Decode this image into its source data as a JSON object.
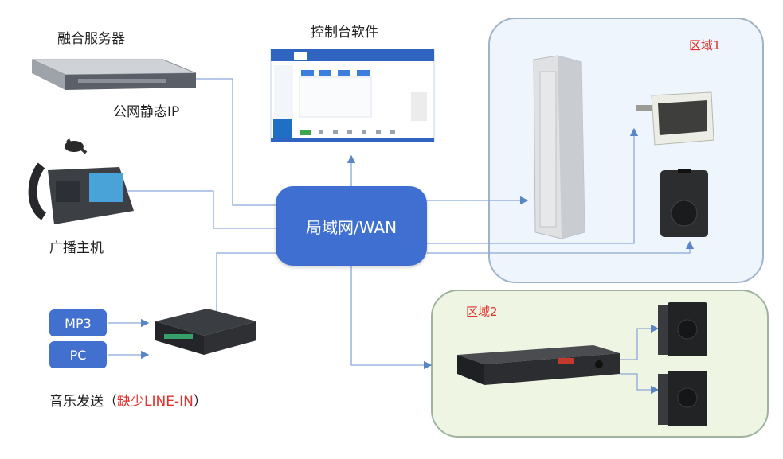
{
  "labels": {
    "server": "融合服务器",
    "public_ip": "公网静态IP",
    "console_software": "控制台软件",
    "broadcast_host": "广播主机",
    "music_prefix": "音乐发送（",
    "music_highlight": "缺少LINE-IN",
    "music_suffix": "）"
  },
  "hub": {
    "label": "局域网/WAN"
  },
  "sources": {
    "mp3": "MP3",
    "pc": "PC"
  },
  "zones": {
    "zone1": "区域1",
    "zone2": "区域2"
  },
  "colors": {
    "hub": "#3f6fd0",
    "zone_title": "#e0322a",
    "zone1_bg": "#eef5fd",
    "zone2_bg": "#eef5e3"
  }
}
